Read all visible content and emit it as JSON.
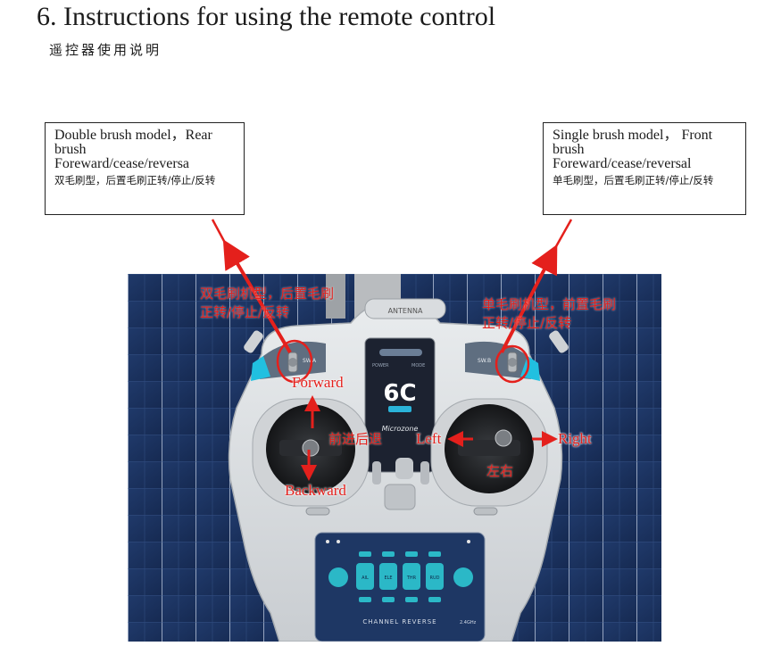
{
  "heading": {
    "title": "6. Instructions for using the remote control",
    "subtitle": "遥控器使用说明"
  },
  "callouts": {
    "left": {
      "en_line1": "Double brush model，Rear",
      "en_line2": "brush",
      "en_line3": "Foreward/cease/reversa",
      "cn": "双毛刷型，后置毛刷正转/停止/反转"
    },
    "right": {
      "en_line1": "Single brush model， Front",
      "en_line2": "brush",
      "en_line3": "Foreward/cease/reversal",
      "cn": "单毛刷型，后置毛刷正转/停止/反转"
    }
  },
  "photo_labels": {
    "left_cn_line1": "双毛刷机型，后置毛刷",
    "left_cn_line2": "正转/停止/反转",
    "right_cn_line1": "单毛刷机型，前置毛刷",
    "right_cn_line2": "正转/停止/反转",
    "forward": "Forward",
    "backward": "Backward",
    "forward_backward_cn": "前进后退",
    "left": "Left",
    "right": "Right",
    "left_right_cn": "左右"
  },
  "remote": {
    "antenna": "ANTENNA",
    "screen_text": "6C",
    "brand": "Microzone",
    "power": "POWER",
    "mode": "MODE",
    "channel_reverse": "CHANNEL REVERSE",
    "freq": "2.4GHz",
    "sw_left": "SW.A",
    "sw_right": "SW.B",
    "ch_buttons": [
      "AIL",
      "ELE",
      "THR",
      "RUD"
    ]
  },
  "colors": {
    "accent_red": "#e4201c",
    "panel_blue": "#1f3866",
    "teal": "#20b9c8"
  }
}
